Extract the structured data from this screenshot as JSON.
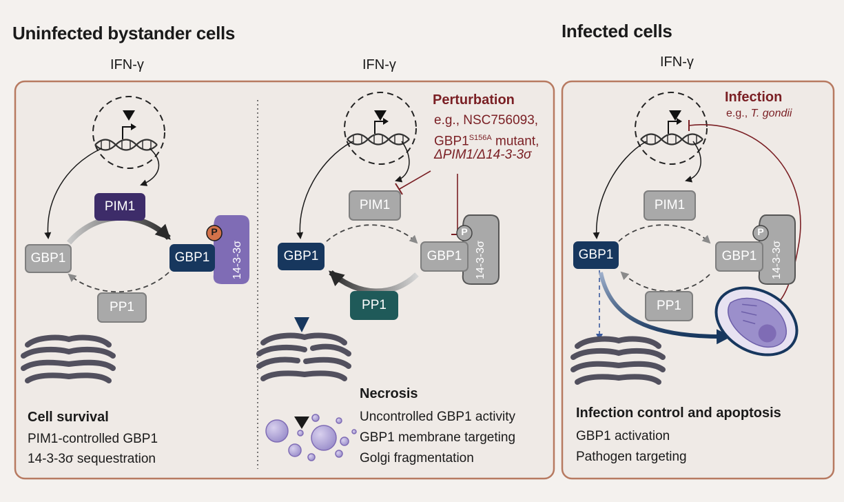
{
  "headers": {
    "left": "Uninfected bystander cells",
    "right": "Infected cells"
  },
  "ifn_label": "IFN-γ",
  "proteins": {
    "pim1": "PIM1",
    "gbp1": "GBP1",
    "pp1": "PP1",
    "p": "P",
    "sigma": "14-3-3σ"
  },
  "perturbation": {
    "title": "Perturbation",
    "line1": "e.g., NSC756093,",
    "line2_main": "GBP1",
    "line2_sup": "S156A",
    "line2_rest": " mutant,",
    "line3": "ΔPIM1/Δ14-3-3σ"
  },
  "infection": {
    "title": "Infection",
    "prefix": "e.g., ",
    "organism": "T. gondii"
  },
  "outcomes": {
    "survival": {
      "title": "Cell survival",
      "lines": [
        "PIM1-controlled GBP1",
        "14-3-3σ sequestration"
      ]
    },
    "necrosis": {
      "title": "Necrosis",
      "lines": [
        "Uncontrolled GBP1 activity",
        "GBP1 membrane targeting",
        "Golgi fragmentation"
      ]
    },
    "infection": {
      "title": "Infection control and apoptosis",
      "lines": [
        "GBP1 activation",
        "Pathogen targeting"
      ]
    }
  },
  "colors": {
    "navy": "#17375e",
    "purple_dark": "#3d2c69",
    "purple_light": "#7f6cb5",
    "teal": "#1f5a59",
    "grey_box": "#a9a9a9",
    "red": "#7a1f24",
    "orange": "#d3724a",
    "golgi": "#52505e"
  }
}
